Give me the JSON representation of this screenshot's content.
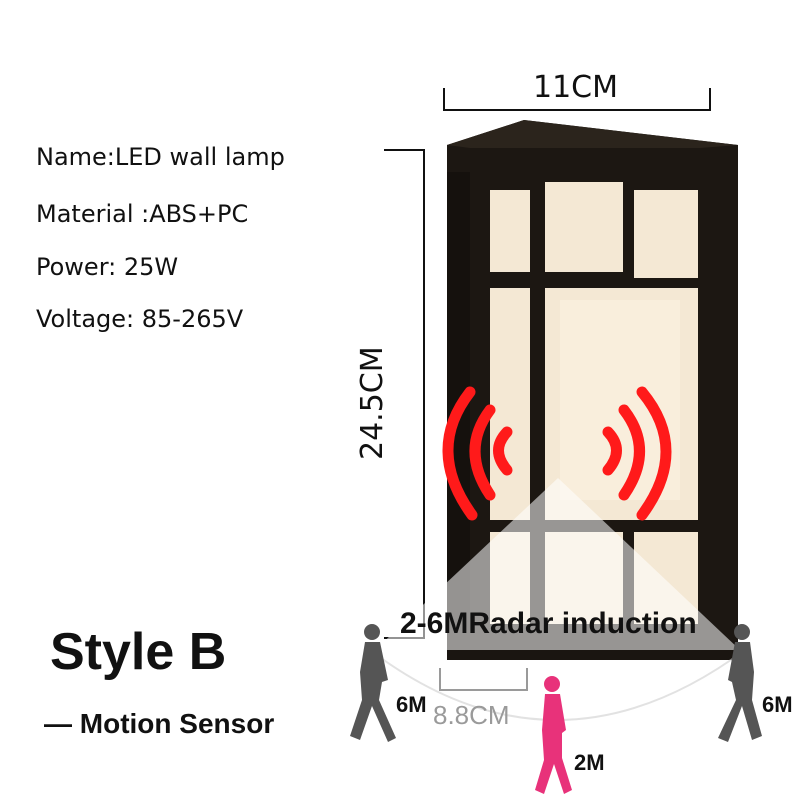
{
  "specs": {
    "name": "Name:LED wall lamp",
    "material": "Material :ABS+PC",
    "power": "Power: 25W",
    "voltage": "Voltage: 85-265V"
  },
  "dimensions": {
    "width": "11CM",
    "height": "24.5CM",
    "depth": "8.8CM"
  },
  "style_title": "Style B",
  "motion_sensor": "— Motion Sensor",
  "radar_text": "2-6MRadar induction",
  "distances": {
    "left": "6M",
    "right": "6M",
    "front": "2M"
  },
  "colors": {
    "radar_waves": "#ff1a1a",
    "front_person": "#e8327a",
    "side_person": "#555555",
    "lamp_frame": "#1c1712",
    "lamp_glow": "#f5e9d6"
  }
}
